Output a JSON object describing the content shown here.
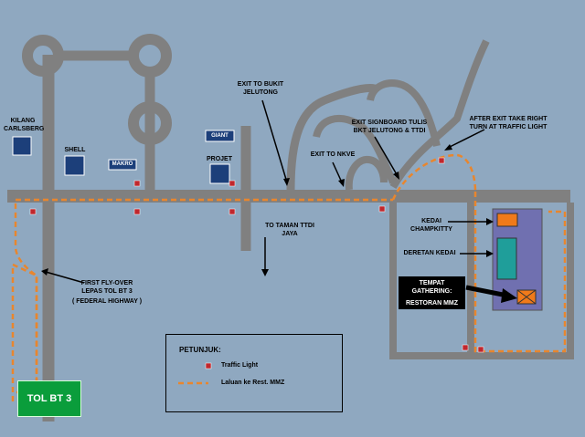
{
  "colors": {
    "background": "#8fa8c0",
    "road": "#808080",
    "route": "#e8862e",
    "traffic_light": "#c0272d",
    "building": "#1c3f7a",
    "mall": "#7070b0",
    "kedai_champkitty": "#f07a1a",
    "deretan_kedai": "#1f9e9a",
    "tol_box": "#0a9d3b"
  },
  "places": {
    "kilang": "KILANG\nCARLSBERG",
    "shell": "SHELL",
    "makro": "MAKRO",
    "giant": "GIANT",
    "projet": "PROJET"
  },
  "labels": {
    "exit_bukit": "EXIT TO BUKIT\nJELUTONG",
    "exit_signboard": "EXIT SIGNBOARD TULIS\nBKT JELUTONG & TTDI",
    "after_exit": "AFTER EXIT TAKE RIGHT\nTURN AT TRAFFIC LIGHT",
    "exit_nkve": "EXIT TO NKVE",
    "taman_ttdi": "TO TAMAN TTDI\nJAYA",
    "kedai_champkitty": "KEDAI\nCHAMPKITTY",
    "deretan_kedai": "DERETAN KEDAI",
    "flyover": "FIRST FLY-OVER\nLEPAS TOL BT 3",
    "federal": "( FEDERAL HIGHWAY )"
  },
  "tempat": {
    "line1": "TEMPAT",
    "line2": "GATHERING:",
    "line3": "RESTORAN MMZ"
  },
  "tol": "TOL BT 3",
  "legend": {
    "title": "PETUNJUK:",
    "traffic_light": "Traffic Light",
    "route": "Laluan ke Rest. MMZ"
  }
}
